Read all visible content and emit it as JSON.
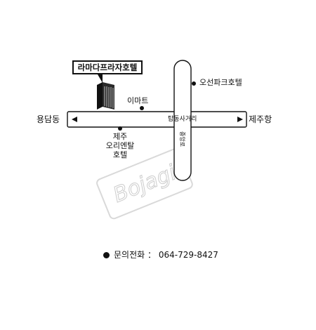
{
  "map": {
    "hotel_name": "라마다프라자호텔",
    "intersection": "탑동사거리",
    "vertical_road": "중앙로",
    "west": "용담동",
    "east": "제주항",
    "places": {
      "emart": "이마트",
      "oseon": "오선파크호텔",
      "oriental": [
        "제주",
        "오리엔탈",
        "호텔"
      ]
    },
    "watermark": "Bojagi"
  },
  "footer": {
    "label": "문의전화",
    "separator": "：",
    "phone": "064-729-8427"
  }
}
